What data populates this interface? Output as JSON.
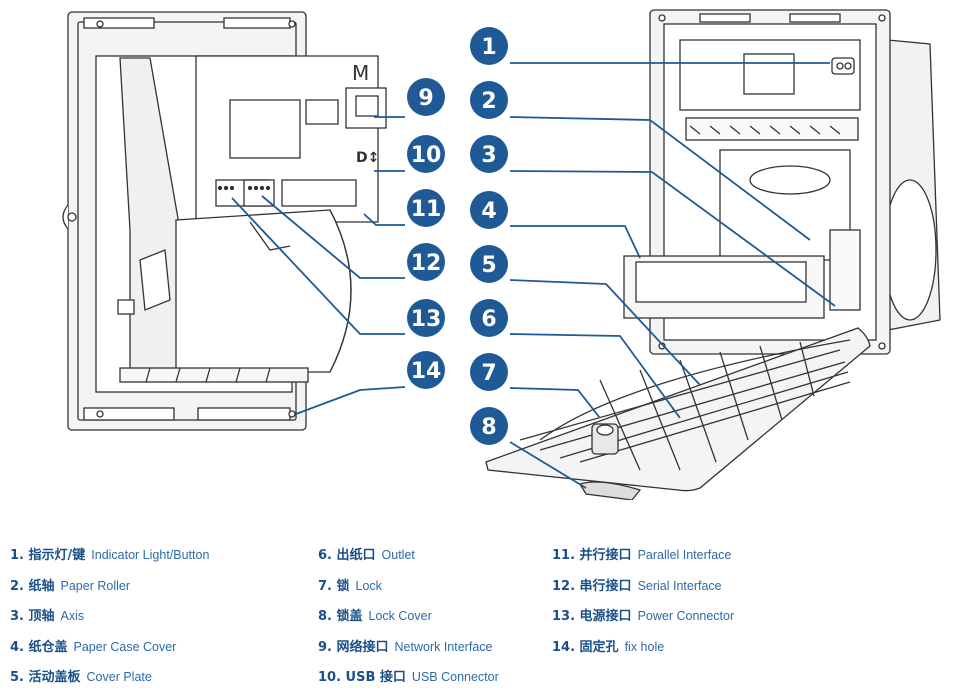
{
  "badge_color": "#1f5a96",
  "line_color": "#1f5a96",
  "callouts": [
    {
      "number": "1"
    },
    {
      "number": "2"
    },
    {
      "number": "3"
    },
    {
      "number": "4"
    },
    {
      "number": "5"
    },
    {
      "number": "6"
    },
    {
      "number": "7"
    },
    {
      "number": "8"
    },
    {
      "number": "9"
    },
    {
      "number": "10"
    },
    {
      "number": "11"
    },
    {
      "number": "12"
    },
    {
      "number": "13"
    },
    {
      "number": "14"
    }
  ],
  "device_marks": {
    "logo": "M",
    "usb_symbol": "D↕"
  },
  "legend": [
    [
      {
        "zh": "1. 指示灯/键",
        "en": "Indicator Light/Button"
      },
      {
        "zh": "2. 纸轴",
        "en": "Paper Roller"
      },
      {
        "zh": "3. 顶轴",
        "en": "Axis"
      },
      {
        "zh": "4. 纸仓盖",
        "en": "Paper Case Cover"
      },
      {
        "zh": "5. 活动盖板",
        "en": "Cover Plate"
      }
    ],
    [
      {
        "zh": "6. 出纸口",
        "en": "Outlet"
      },
      {
        "zh": "7. 锁",
        "en": "Lock"
      },
      {
        "zh": "8. 锁盖",
        "en": "Lock Cover"
      },
      {
        "zh": "9. 网络接口",
        "en": "Network Interface"
      },
      {
        "zh": "10. USB 接口",
        "en": "USB Connector"
      }
    ],
    [
      {
        "zh": "11. 并行接口",
        "en": "Parallel Interface"
      },
      {
        "zh": "12. 串行接口",
        "en": "Serial Interface"
      },
      {
        "zh": "13. 电源接口",
        "en": "Power Connector"
      },
      {
        "zh": "14. 固定孔",
        "en": "fix hole"
      }
    ]
  ]
}
